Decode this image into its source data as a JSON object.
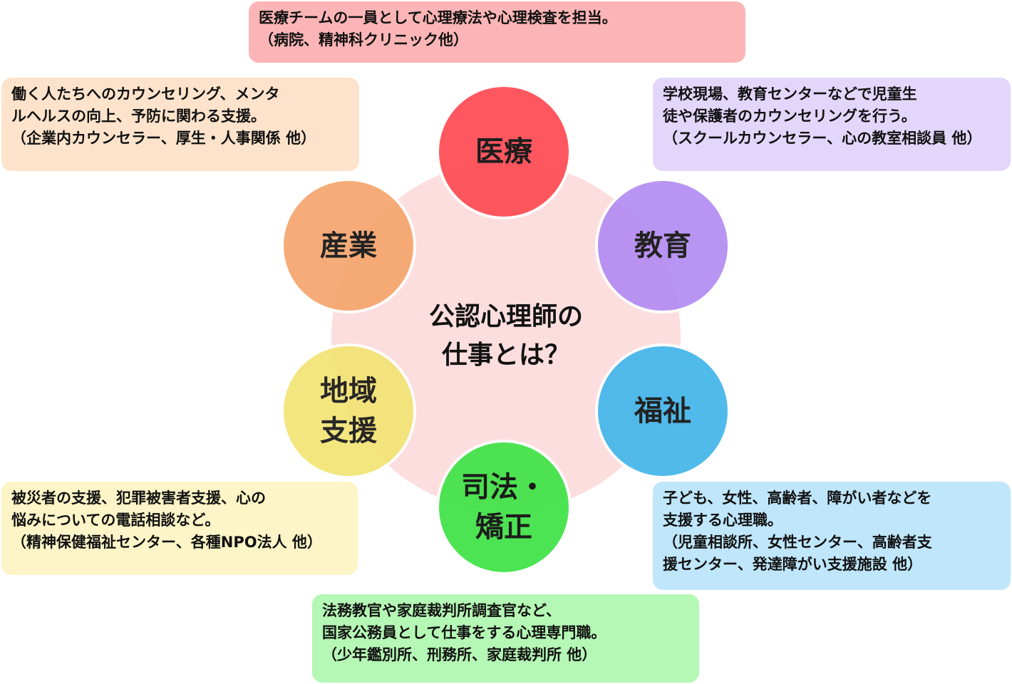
{
  "center": {
    "line1": "公認心理師の",
    "line2": "仕事とは？"
  },
  "nodes": {
    "medical": {
      "label": "医療",
      "color": "#ff4f57"
    },
    "education": {
      "label": "教育",
      "color": "#b38bf3"
    },
    "welfare": {
      "label": "福祉",
      "color": "#42b6ea"
    },
    "justice": {
      "line1": "司法・",
      "line2": "矯正",
      "color": "#44e34a"
    },
    "community": {
      "line1": "地域",
      "line2": "支援",
      "color": "#f2e472"
    },
    "industry": {
      "label": "産業",
      "color": "#f5a66e"
    }
  },
  "boxes": {
    "medical": {
      "lines": [
        "医療チームの一員として心理療法や心理検査を担当。",
        "（病院、精神科クリニック他）"
      ],
      "color": "#fcb5b6"
    },
    "industry": {
      "lines": [
        "働く人たちへのカウンセリング、メンタ",
        "ルヘルスの向上、予防に関わる支援。",
        "（企業内カウンセラー、厚生・人事関係 他）"
      ],
      "color": "#fde3cb"
    },
    "education": {
      "lines": [
        "学校現場、教育センターなどで児童生",
        "徒や保護者のカウンセリングを行う。",
        "（スクールカウンセラー、心の教室相談員 他）"
      ],
      "color": "#e3d6fb"
    },
    "community": {
      "lines": [
        "被災者の支援、犯罪被害者支援、心の",
        "悩みについての電話相談など。",
        "（精神保健福祉センター、各種NPO法人 他）"
      ],
      "color": "#fdf5c7"
    },
    "welfare": {
      "lines": [
        "子ども、女性、高齢者、障がい者などを",
        "支援する心理職。",
        "（児童相談所、女性センター、高齢者支",
        "援センター、発達障がい支援施設 他）"
      ],
      "color": "#bfe6fa"
    },
    "justice": {
      "lines": [
        "法務教官や家庭裁判所調査官など、",
        "国家公務員として仕事をする心理専門職。",
        "（少年鑑別所、刑務所、家庭裁判所 他）"
      ],
      "color": "#b5f7b5"
    }
  }
}
